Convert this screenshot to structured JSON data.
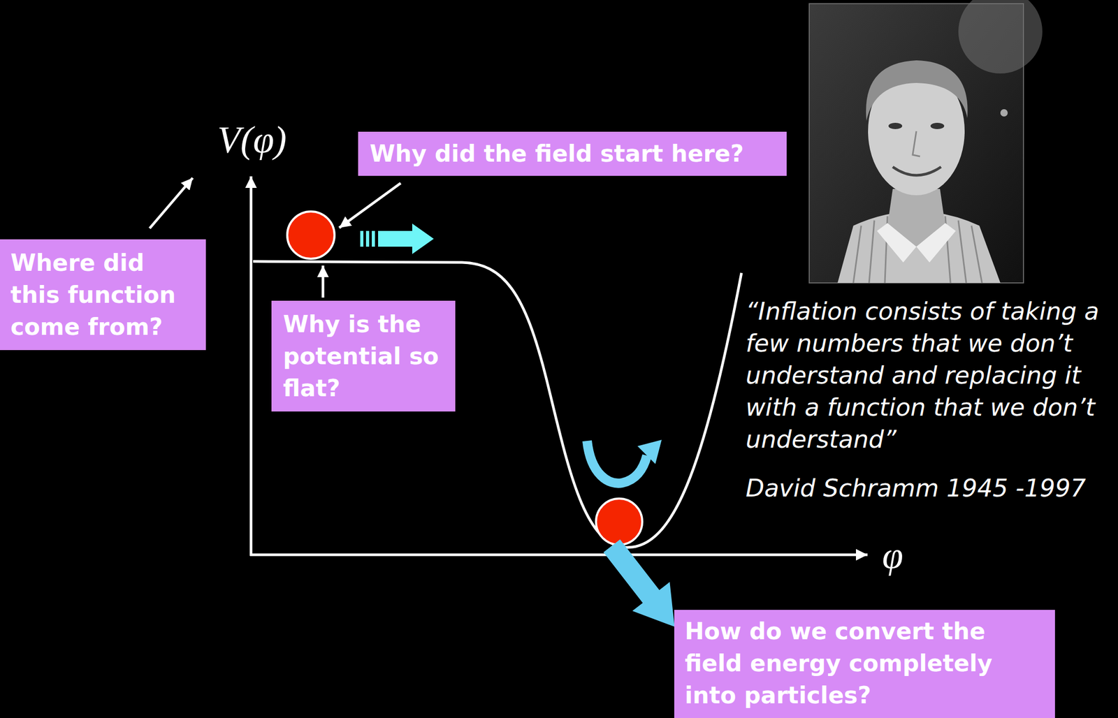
{
  "diagram": {
    "nodes": [
      {
        "text": [
          "Why did the field start here?"
        ]
      },
      {
        "text": [
          "Where did this function come from?"
        ]
      },
      {
        "text": [
          "Why is the potential so flat?"
        ]
      },
      {
        "text": [
          "How do we convert the field energy completely into particles?"
        ]
      }
    ],
    "labels": [
      "V(φ)",
      "φ",
      "“Inflation consists of taking a few numbers that we don’t understand and replacing it with a function that we don’t understand”",
      "David Schramm  1945 -1997"
    ]
  }
}
